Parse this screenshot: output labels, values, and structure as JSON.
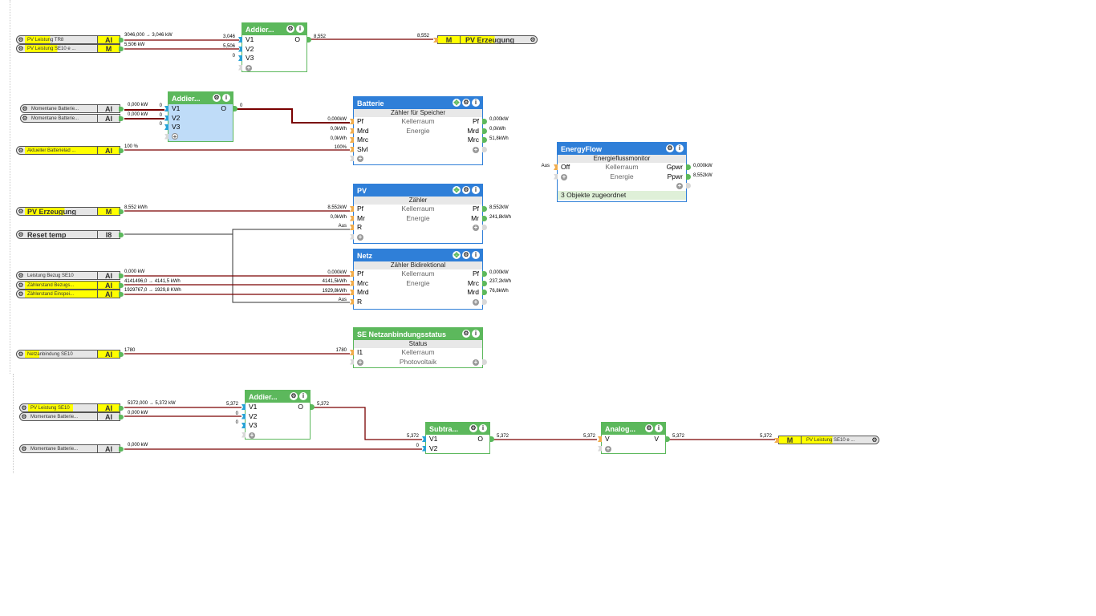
{
  "sources": {
    "pv_tr8": {
      "name": "PV Leistung TR8",
      "type": "AI",
      "value": "3046,000 → 3,046 kW"
    },
    "pv_se10_e": {
      "name": "PV Leistung SE10 e ...",
      "type": "M",
      "value": "5,506 kW"
    },
    "batt_1": {
      "name": "Momentane  Batterie...",
      "type": "AI",
      "value": "0,000 kW"
    },
    "batt_2": {
      "name": "Momentane  Batterie...",
      "type": "AI",
      "value": "0,000 kW"
    },
    "batt_level": {
      "name": "Aktueller Batterielad ...",
      "type": "AI",
      "value": "100 %"
    },
    "pv_erzeugung": {
      "name": "PV Erzeugung",
      "type": "M",
      "value": "8,552 kWh"
    },
    "reset_temp": {
      "name": "Reset temp",
      "type": "I8"
    },
    "leistung_bezug": {
      "name": "Leistung Bezug SE10",
      "type": "AI",
      "value": "0,000 kW"
    },
    "zaehler_bezug": {
      "name": "Zählerstand  Bezugs...",
      "type": "AI",
      "value": "4141496,0 → 4141,5 kWh"
    },
    "zaehler_einspeis": {
      "name": "Zählerstand  Einspei...",
      "type": "AI",
      "value": "1929767,0 → 1929,8 KWh"
    },
    "netzanbindung": {
      "name": "Netzanbindung  SE10",
      "type": "AI",
      "value": "1780"
    },
    "pv_se10": {
      "name": "PV Leistung SE10",
      "type": "AI",
      "value": "5372,000 → 5,372 kW"
    },
    "batt_3": {
      "name": "Momentane  Batterie...",
      "type": "AI",
      "value": "0,000 kW"
    },
    "batt_4": {
      "name": "Momentane  Batterie...",
      "type": "AI",
      "value": "0,000 kW"
    }
  },
  "targets": {
    "pv_erzeugung_out": {
      "type": "M",
      "name": "PV Erzeugung",
      "value": "8,552"
    },
    "pv_se10_out": {
      "type": "M",
      "name": "PV Leistung SE10 e ...",
      "value": "5,372"
    }
  },
  "blocks": {
    "adder1": {
      "title": "Addier...",
      "inputs": [
        {
          "pin": "V1",
          "value": "3,046"
        },
        {
          "pin": "V2",
          "value": "5,506"
        },
        {
          "pin": "V3",
          "value": "0"
        }
      ],
      "output": {
        "pin": "O",
        "value": "8,552"
      }
    },
    "adder2": {
      "title": "Addier...",
      "inputs": [
        {
          "pin": "V1",
          "value": "0"
        },
        {
          "pin": "V2",
          "value": "0"
        },
        {
          "pin": "V3",
          "value": "0"
        }
      ],
      "output": {
        "pin": "O",
        "value": "0"
      }
    },
    "batterie": {
      "title": "Batterie",
      "subtitle": "Zähler für Speicher",
      "room": "Kellerraum",
      "category": "Energie",
      "inputs": [
        {
          "pin": "Pf",
          "value": "0,000kW"
        },
        {
          "pin": "Mrd",
          "value": "0,0kWh"
        },
        {
          "pin": "Mrc",
          "value": "0,0kWh"
        },
        {
          "pin": "Slvl",
          "value": "100%"
        }
      ],
      "outputs": [
        {
          "pin": "Pf",
          "value": "0,000kW"
        },
        {
          "pin": "Mrd",
          "value": "0,0kWh"
        },
        {
          "pin": "Mrc",
          "value": "51,8kWh"
        }
      ]
    },
    "energyflow": {
      "title": "EnergyFlow",
      "subtitle": "Energieflussmonitor",
      "room": "Kellerraum",
      "category": "Energie",
      "inputs": [
        {
          "pin": "Off",
          "value": "Aus"
        }
      ],
      "outputs": [
        {
          "pin": "Gpwr",
          "value": "0,000kW"
        },
        {
          "pin": "Ppwr",
          "value": "8,552kW"
        }
      ],
      "footer": "3 Objekte zugeordnet"
    },
    "pv": {
      "title": "PV",
      "subtitle": "Zähler",
      "room": "Kellerraum",
      "category": "Energie",
      "inputs": [
        {
          "pin": "Pf",
          "value": "8,552kW"
        },
        {
          "pin": "Mr",
          "value": "0,0kWh"
        },
        {
          "pin": "R",
          "value": "Aus"
        }
      ],
      "outputs": [
        {
          "pin": "Pf",
          "value": "8,552kW"
        },
        {
          "pin": "Mr",
          "value": "241,8kWh"
        }
      ]
    },
    "netz": {
      "title": "Netz",
      "subtitle": "Zähler Bidirektional",
      "room": "Kellerraum",
      "category": "Energie",
      "inputs": [
        {
          "pin": "Pf",
          "value": "0,000kW"
        },
        {
          "pin": "Mrc",
          "value": "4141,5kWh"
        },
        {
          "pin": "Mrd",
          "value": "1929,8kWh"
        },
        {
          "pin": "R",
          "value": "Aus"
        }
      ],
      "outputs": [
        {
          "pin": "Pf",
          "value": "0,000kW"
        },
        {
          "pin": "Mrc",
          "value": "237,2kWh"
        },
        {
          "pin": "Mrd",
          "value": "76,8kWh"
        }
      ]
    },
    "se_status": {
      "title": "SE Netzanbindungsstatus",
      "subtitle": "Status",
      "room": "Kellerraum",
      "category": "Photovoltaik",
      "inputs": [
        {
          "pin": "I1",
          "value": "1780"
        }
      ]
    },
    "adder3": {
      "title": "Addier...",
      "inputs": [
        {
          "pin": "V1",
          "value": "5,372"
        },
        {
          "pin": "V2",
          "value": "0"
        },
        {
          "pin": "V3",
          "value": "0"
        }
      ],
      "output": {
        "pin": "O",
        "value": "5,372"
      }
    },
    "subtract": {
      "title": "Subtra...",
      "inputs": [
        {
          "pin": "V1",
          "value": "5,372"
        },
        {
          "pin": "V2",
          "value": "0"
        }
      ],
      "output": {
        "pin": "O",
        "value": "5,372"
      }
    },
    "analog": {
      "title": "Analog...",
      "inputs": [
        {
          "pin": "V",
          "value": "5,372"
        }
      ],
      "output": {
        "pin": "V",
        "value": "5,372"
      }
    }
  },
  "icons": {
    "gear": "⚙",
    "info": "i",
    "move": "✥",
    "plus": "+"
  },
  "colors": {
    "wire_analog": "#7a0000",
    "wire_binary": "#333333",
    "block_green": "#5cb85c",
    "block_blue": "#2f7fd8",
    "highlight": "#ffff00"
  }
}
